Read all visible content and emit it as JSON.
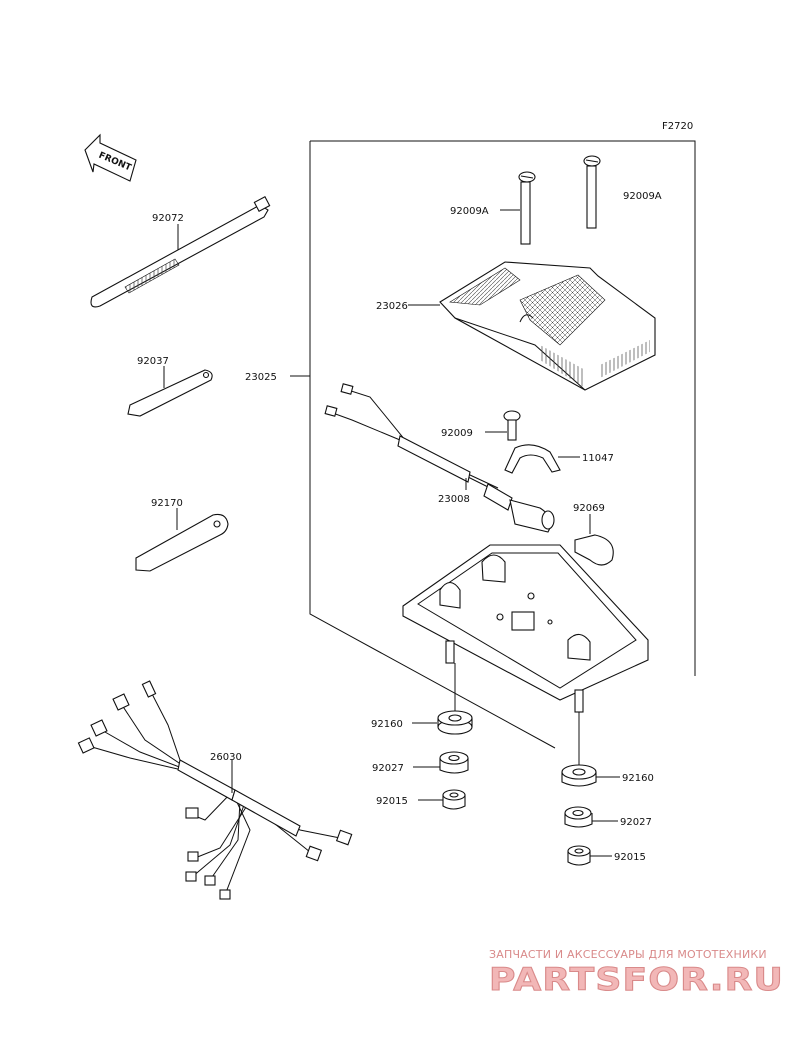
{
  "figure_code": "F2720",
  "front_label": "FRONT",
  "parts": {
    "p92072": "92072",
    "p92037": "92037",
    "p92170": "92170",
    "p23025": "23025",
    "p92009A_left": "92009A",
    "p92009A_right": "92009A",
    "p23026": "23026",
    "p92009": "92009",
    "p11047": "11047",
    "p23008": "23008",
    "p92069": "92069",
    "p26030": "26030",
    "p92160_left": "92160",
    "p92027_left": "92027",
    "p92015_left": "92015",
    "p92160_right": "92160",
    "p92027_right": "92027",
    "p92015_right": "92015"
  },
  "watermark": {
    "tagline": "ЗАПЧАСТИ И АКСЕССУАРЫ ДЛЯ МОТОТЕХНИКИ",
    "brand": "PARTSFOR.RU",
    "color": "#d98a8a"
  }
}
